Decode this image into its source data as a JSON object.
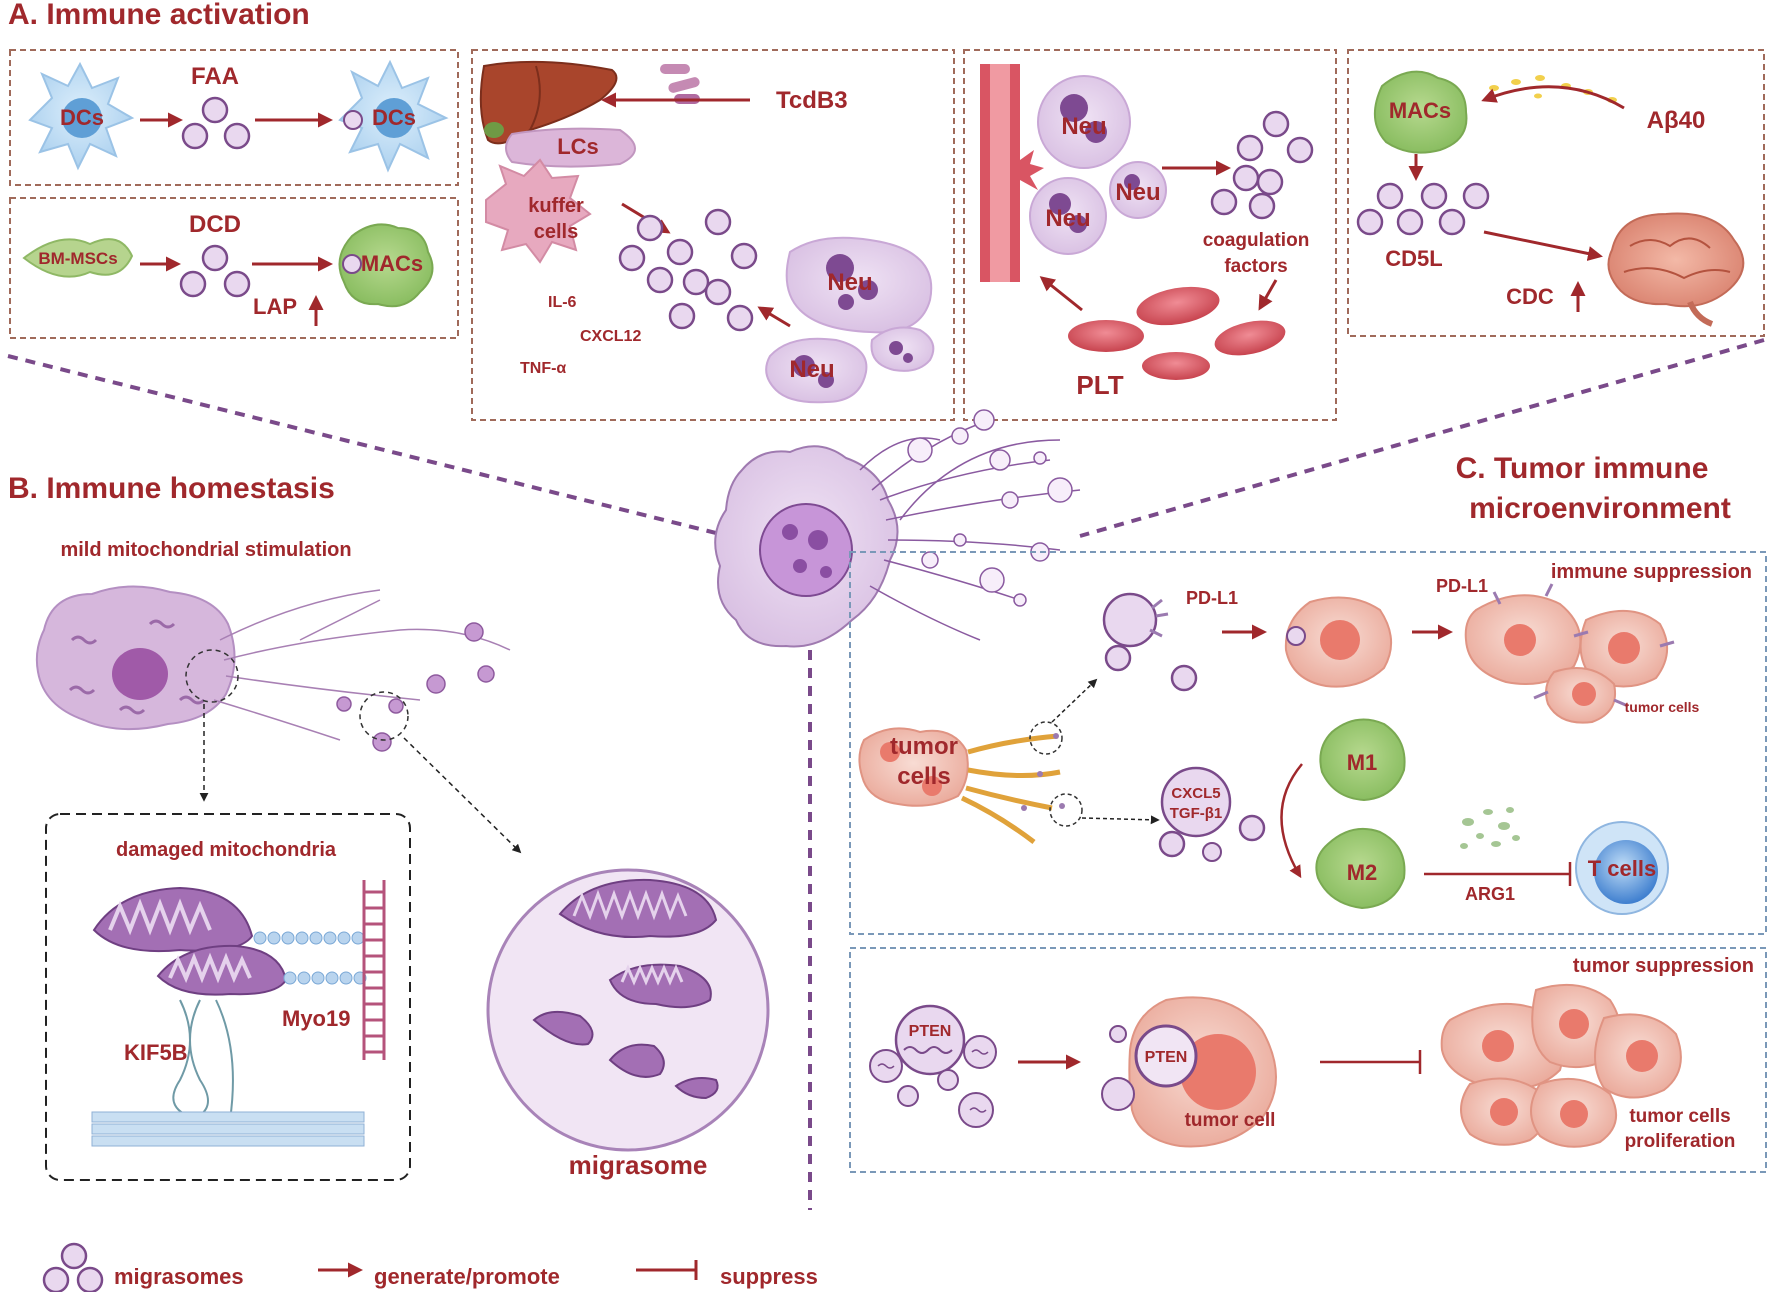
{
  "panel_a": {
    "title": "A. Immune activation",
    "box1": {
      "dc_left": "DCs",
      "label": "FAA",
      "dc_right": "DCs"
    },
    "box2": {
      "bm": "BM-MSCs",
      "label": "DCD",
      "macs": "MACs",
      "lap": "LAP"
    },
    "box3": {
      "toxin": "TcdB3",
      "lcs": "LCs",
      "kuffer": "kuffer\ncells",
      "kuffer_1": "kuffer",
      "kuffer_2": "cells",
      "il6": "IL-6",
      "cxcl12": "CXCL12",
      "tnf": "TNF-α",
      "neu1": "Neu",
      "neu2": "Neu"
    },
    "box4": {
      "neu1": "Neu",
      "neu2": "Neu",
      "neu3": "Neu",
      "coag_1": "coagulation",
      "coag_2": "factors",
      "plt": "PLT"
    },
    "box5": {
      "macs": "MACs",
      "abeta": "Aβ40",
      "cd5l": "CD5L",
      "cdc": "CDC"
    }
  },
  "panel_b": {
    "title": "B. Immune homestasis",
    "subtitle": "mild mitochondrial stimulation",
    "damaged": "damaged mitochondria",
    "kif5b": "KIF5B",
    "myo19": "Myo19",
    "migrasome": "migrasome"
  },
  "panel_c": {
    "title_1": "C. Tumor immune",
    "title_2": "microenvironment",
    "immune_suppression": "immune suppression",
    "pdl1_a": "PD-L1",
    "pdl1_b": "PD-L1",
    "tumor_cells_small": "tumor cells",
    "tumor_1": "tumor",
    "tumor_2": "cells",
    "cxcl5": "CXCL5",
    "tgfb1": "TGF-β1",
    "m1": "M1",
    "m2": "M2",
    "arg1": "ARG1",
    "tcells": "T cells",
    "tumor_suppression": "tumor suppression",
    "pten_a": "PTEN",
    "pten_b": "PTEN",
    "tumor_cell": "tumor cell",
    "prolif_1": "tumor cells",
    "prolif_2": "proliferation"
  },
  "legend": {
    "migrasomes": "migrasomes",
    "generate": "generate/promote",
    "suppress": "suppress"
  },
  "colors": {
    "label_red": "#a0282c",
    "arrow_red": "#a0282c",
    "migrasome_fill": "#e9d8ef",
    "migrasome_stroke": "#7a4a8a",
    "panel_a_border": "#a06a5a",
    "panel_c_border": "#7a98b8",
    "connector_purple": "#7a4a8a"
  }
}
